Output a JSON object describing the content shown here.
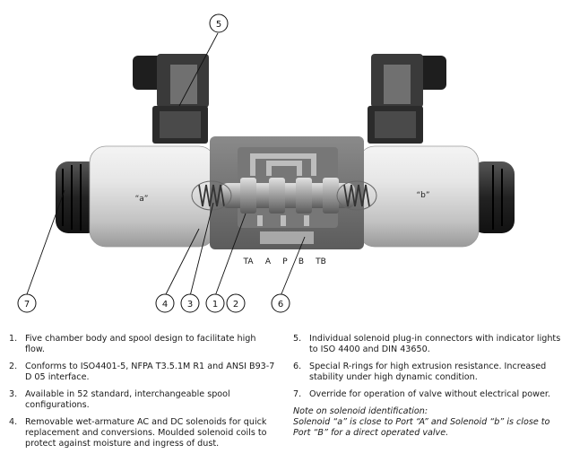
{
  "diagram": {
    "callouts": [
      "5",
      "7",
      "4",
      "3",
      "1",
      "2",
      "6"
    ],
    "ports": [
      "TA",
      "A",
      "P",
      "B",
      "TB"
    ],
    "solenoid_labels": [
      "“a”",
      "“b”"
    ]
  },
  "features": [
    {
      "num": "1.",
      "text": "Five chamber body and spool design to facilitate high flow."
    },
    {
      "num": "2.",
      "text": "Conforms to ISO4401-5, NFPA T3.5.1M R1 and ANSI B93-7 D 05 interface."
    },
    {
      "num": "3.",
      "text": "Available in 52 standard, interchangeable spool configurations."
    },
    {
      "num": "4.",
      "text": "Removable wet-armature AC and DC solenoids for quick replacement and conversions. Moulded solenoid coils to protect against moisture and ingress of dust."
    },
    {
      "num": "5.",
      "text": "Individual solenoid plug-in connectors with indicator lights to ISO 4400 and DIN 43650."
    },
    {
      "num": "6.",
      "text": "Special R-rings for high extrusion resistance. Increased stability under high dynamic condition."
    },
    {
      "num": "7.",
      "text": "Override for operation of valve without electrical power."
    }
  ],
  "note": {
    "title": "Note on solenoid identification:",
    "body": "Solenoid “a” is close to Port “A” and Solenoid “b” is close to Port “B” for a direct operated valve."
  },
  "colors": {
    "body": "#6f6f6f",
    "solenoid": "#d9d9d9",
    "connector": "#2a2a2a"
  }
}
